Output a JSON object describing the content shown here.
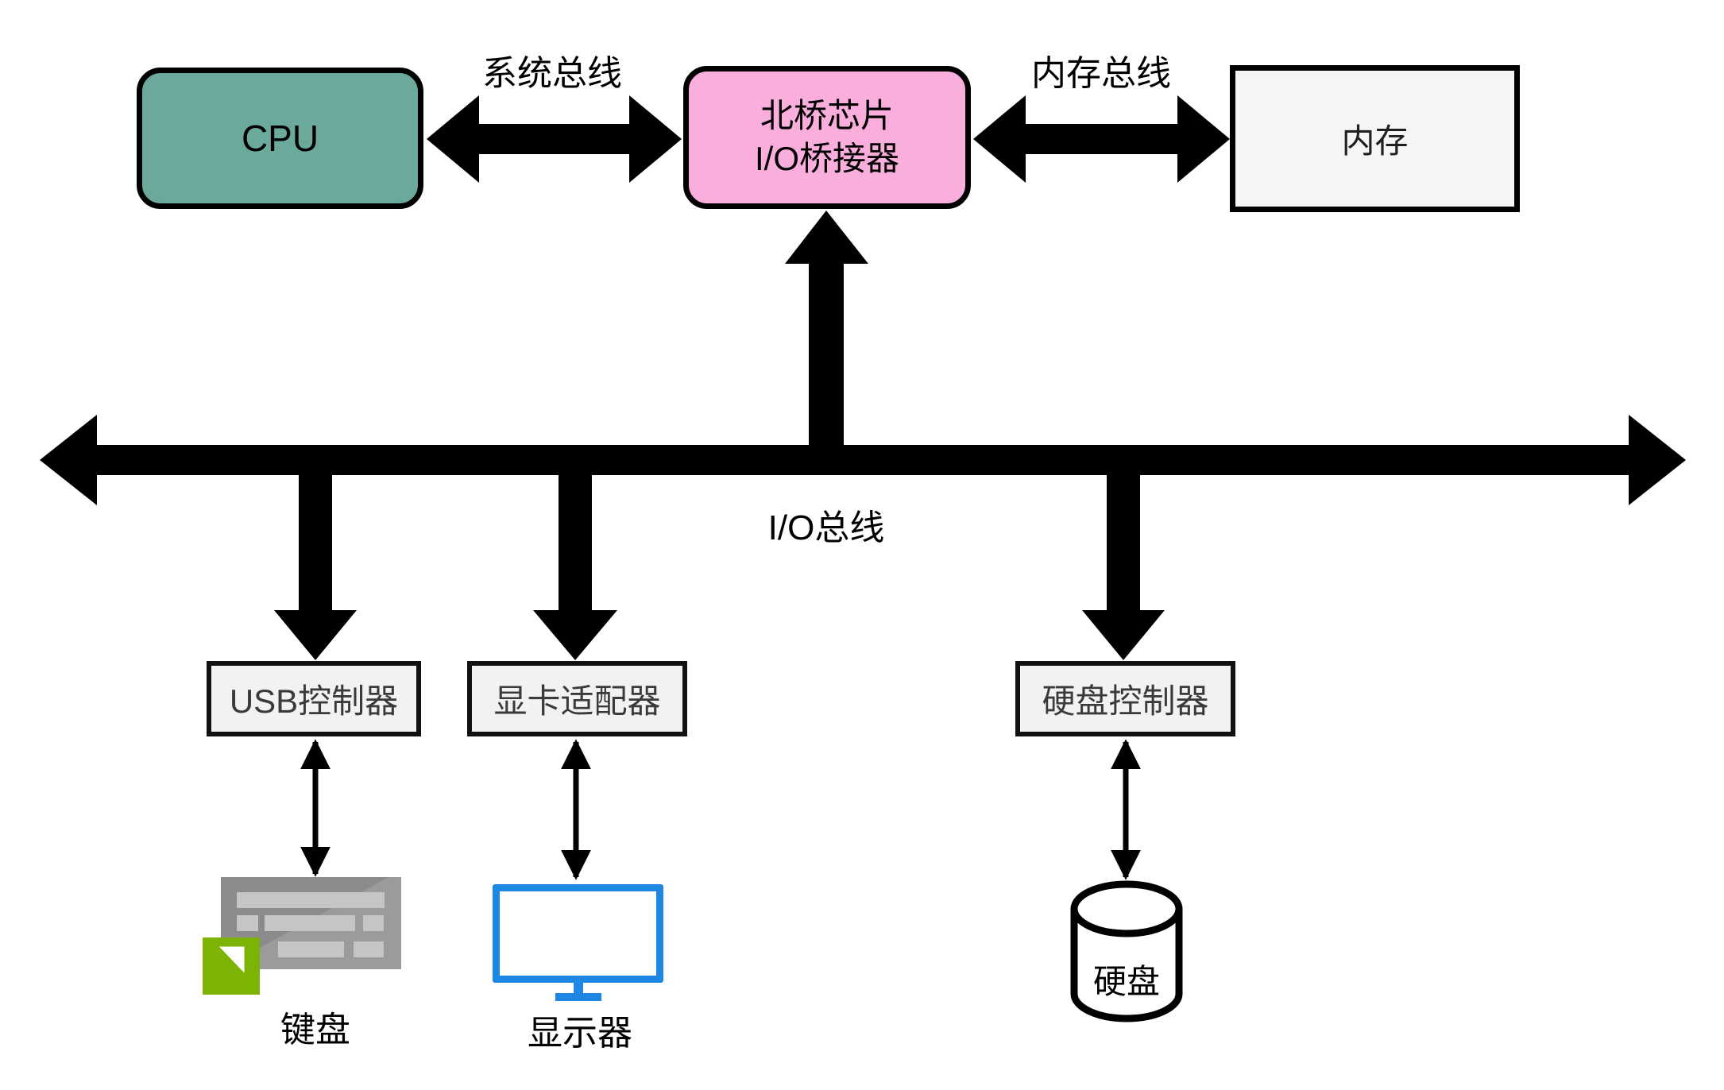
{
  "nodes": {
    "cpu": {
      "label": "CPU"
    },
    "northbridge": {
      "line1": "北桥芯片",
      "line2": "I/O桥接器"
    },
    "memory": {
      "label": "内存"
    },
    "usb_controller": {
      "label": "USB控制器"
    },
    "graphics_adapter": {
      "label": "显卡适配器"
    },
    "disk_controller": {
      "label": "硬盘控制器"
    }
  },
  "devices": {
    "keyboard": {
      "label": "键盘"
    },
    "monitor": {
      "label": "显示器"
    },
    "disk": {
      "label": "硬盘"
    }
  },
  "bus_labels": {
    "system_bus": "系统总线",
    "memory_bus": "内存总线",
    "io_bus": "I/O总线"
  },
  "colors": {
    "cpu_fill": "#6aa99b",
    "northbridge_fill": "#f9aedb",
    "memory_fill": "#f5f5f5",
    "controller_fill": "#f2f2f2",
    "arrow_black": "#000000",
    "monitor_blue": "#1e87e4",
    "keyboard_gray": "#8b8b8b",
    "key_gray": "#c5c5c5",
    "badge_green": "#7cb305"
  }
}
